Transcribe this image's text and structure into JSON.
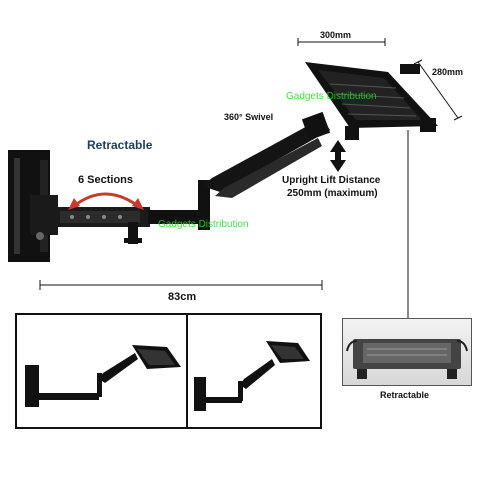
{
  "labels": {
    "width_dim": "300mm",
    "depth_dim": "280mm",
    "swivel": "360° Swivel",
    "retractable_top": "Retractable",
    "sections": "6 Sections",
    "lift_line1": "Upright Lift Distance",
    "lift_line2": "250mm (maximum)",
    "reach": "83cm",
    "retractable_inset": "Retractable"
  },
  "watermarks": {
    "top": "Gadgets Distribution",
    "mid": "Gadgets Distribution"
  },
  "colors": {
    "accent_text": "#1f3c5a",
    "arrow_red": "#c83a2a",
    "watermark": "#2bd62b",
    "hardware": "#111111"
  }
}
